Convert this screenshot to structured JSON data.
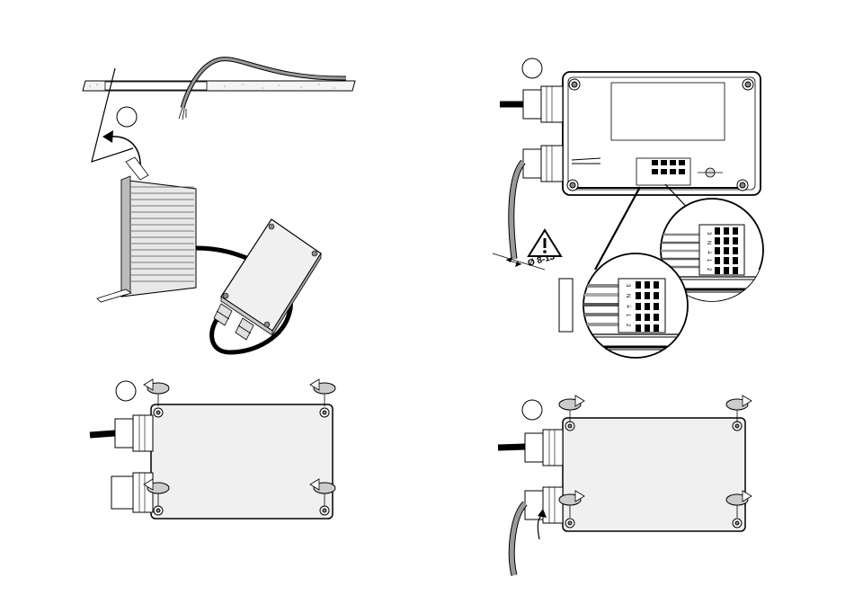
{
  "colors": {
    "background": "#ffffff",
    "line": "#000000",
    "box_fill": "#f0f0f0",
    "shade": "#bcbcbc",
    "cable": "#9a9a9a",
    "wall": "#f4f4f4"
  },
  "steps": [
    {
      "number": "",
      "panel": "wall-mount"
    },
    {
      "number": "",
      "panel": "open-box"
    },
    {
      "number": "",
      "panel": "wiring"
    },
    {
      "number": "",
      "panel": "close-box"
    }
  ],
  "cable_diameter": "Ø 8-13",
  "terminal_labels": [
    "3",
    "N",
    "⏚",
    "1",
    "2"
  ],
  "icons": {
    "warning": "warning-triangle-icon",
    "rotate_ccw": "rotate-counterclockwise-icon",
    "rotate_cw": "rotate-clockwise-icon"
  }
}
